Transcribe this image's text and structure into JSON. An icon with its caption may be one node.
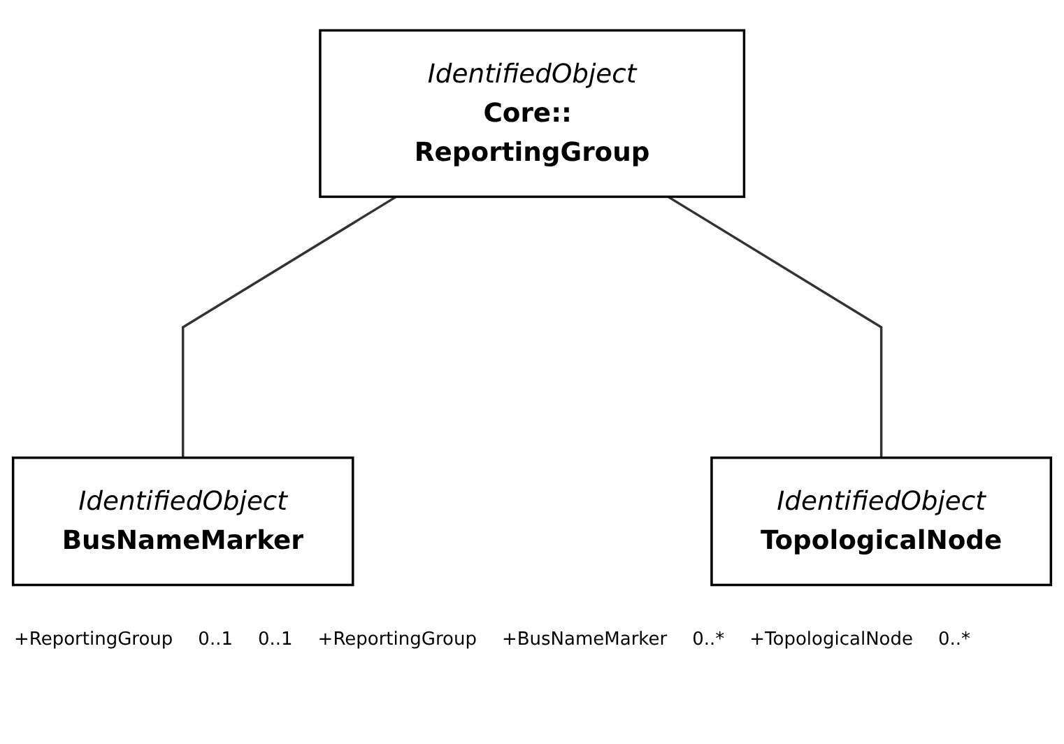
{
  "diagram": {
    "nodes": [
      {
        "text": [
          "IdentifiedObject",
          "Core:: ReportingGroup"
        ]
      },
      {
        "text": [
          "IdentifiedObject",
          "BusNameMarker"
        ]
      },
      {
        "text": [
          "IdentifiedObject",
          "TopologicalNode"
        ]
      }
    ],
    "edges": [
      {
        "from": 0,
        "to": 1,
        "arrow": "none"
      },
      {
        "from": 0,
        "to": 2,
        "arrow": "none"
      }
    ],
    "labels": [
      "+ReportingGroup",
      "0..1",
      "0..1",
      "+ReportingGroup",
      "+BusNameMarker",
      "0..*",
      "+TopologicalNode",
      "0..*"
    ]
  }
}
